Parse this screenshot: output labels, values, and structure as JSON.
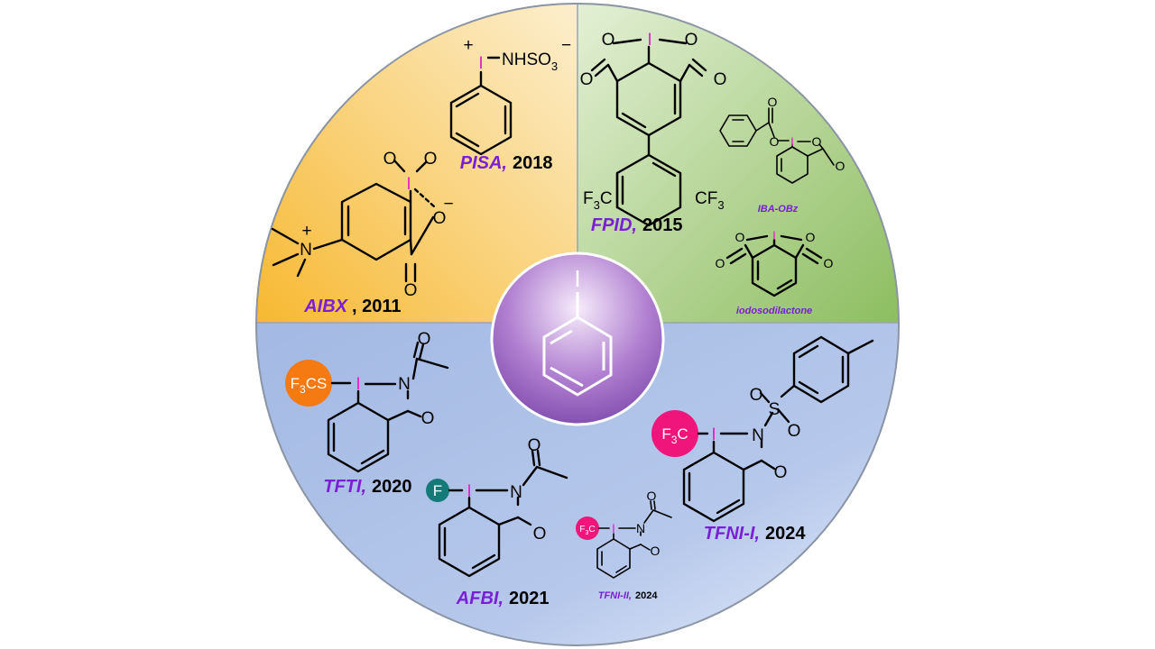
{
  "center": {
    "iodine_symbol": "I"
  },
  "aibx": {
    "name": "AIBX",
    "year": ", 2011",
    "atoms": {
      "iodine": "I",
      "o1": "O",
      "o2": "O",
      "o3": "O",
      "o4": "O",
      "n": "N",
      "plus": "+",
      "minus": "−"
    }
  },
  "pisa": {
    "name": "PISA,",
    "year": "2018",
    "atoms": {
      "iodine": "I",
      "group": "NHSO",
      "sub": "3",
      "plus": "+",
      "minus": "−"
    }
  },
  "fpid": {
    "name": "FPID,",
    "year": "2015",
    "atoms": {
      "iodine": "I",
      "o": "O",
      "cf3": "CF",
      "f3c": "F",
      "c": "C",
      "three": "3"
    }
  },
  "iba_obz": {
    "name": "IBA-OBz",
    "atoms": {
      "iodine": "I",
      "o": "O"
    }
  },
  "iodosodilactone": {
    "name": "iodosodilactone",
    "atoms": {
      "iodine": "I",
      "o": "O"
    }
  },
  "tfti": {
    "name": "TFTI,",
    "year": "2020",
    "badge": "F",
    "badge_sub": "3",
    "badge_rest": "CS",
    "atoms": {
      "iodine": "I",
      "n": "N",
      "o": "O"
    }
  },
  "afbi": {
    "name": "AFBI,",
    "year": "2021",
    "badge": "F",
    "atoms": {
      "iodine": "I",
      "n": "N",
      "o": "O"
    }
  },
  "tfni1": {
    "name": "TFNI-I,",
    "year": "2024",
    "badge": "F",
    "badge_sub": "3",
    "badge_rest": "C",
    "atoms": {
      "iodine": "I",
      "n": "N",
      "o": "O",
      "s": "S"
    }
  },
  "tfni2": {
    "name": "TFNI-II,",
    "year": "2024",
    "badge": "F",
    "badge_sub": "3",
    "badge_rest": "C",
    "atoms": {
      "iodine": "I",
      "n": "N",
      "o": "O"
    }
  },
  "colors": {
    "iodine": "#e61ec8",
    "label": "#7a1fd6",
    "orange_badge": "#f57a12",
    "pink_badge": "#f0157a",
    "teal_badge": "#137a78"
  }
}
